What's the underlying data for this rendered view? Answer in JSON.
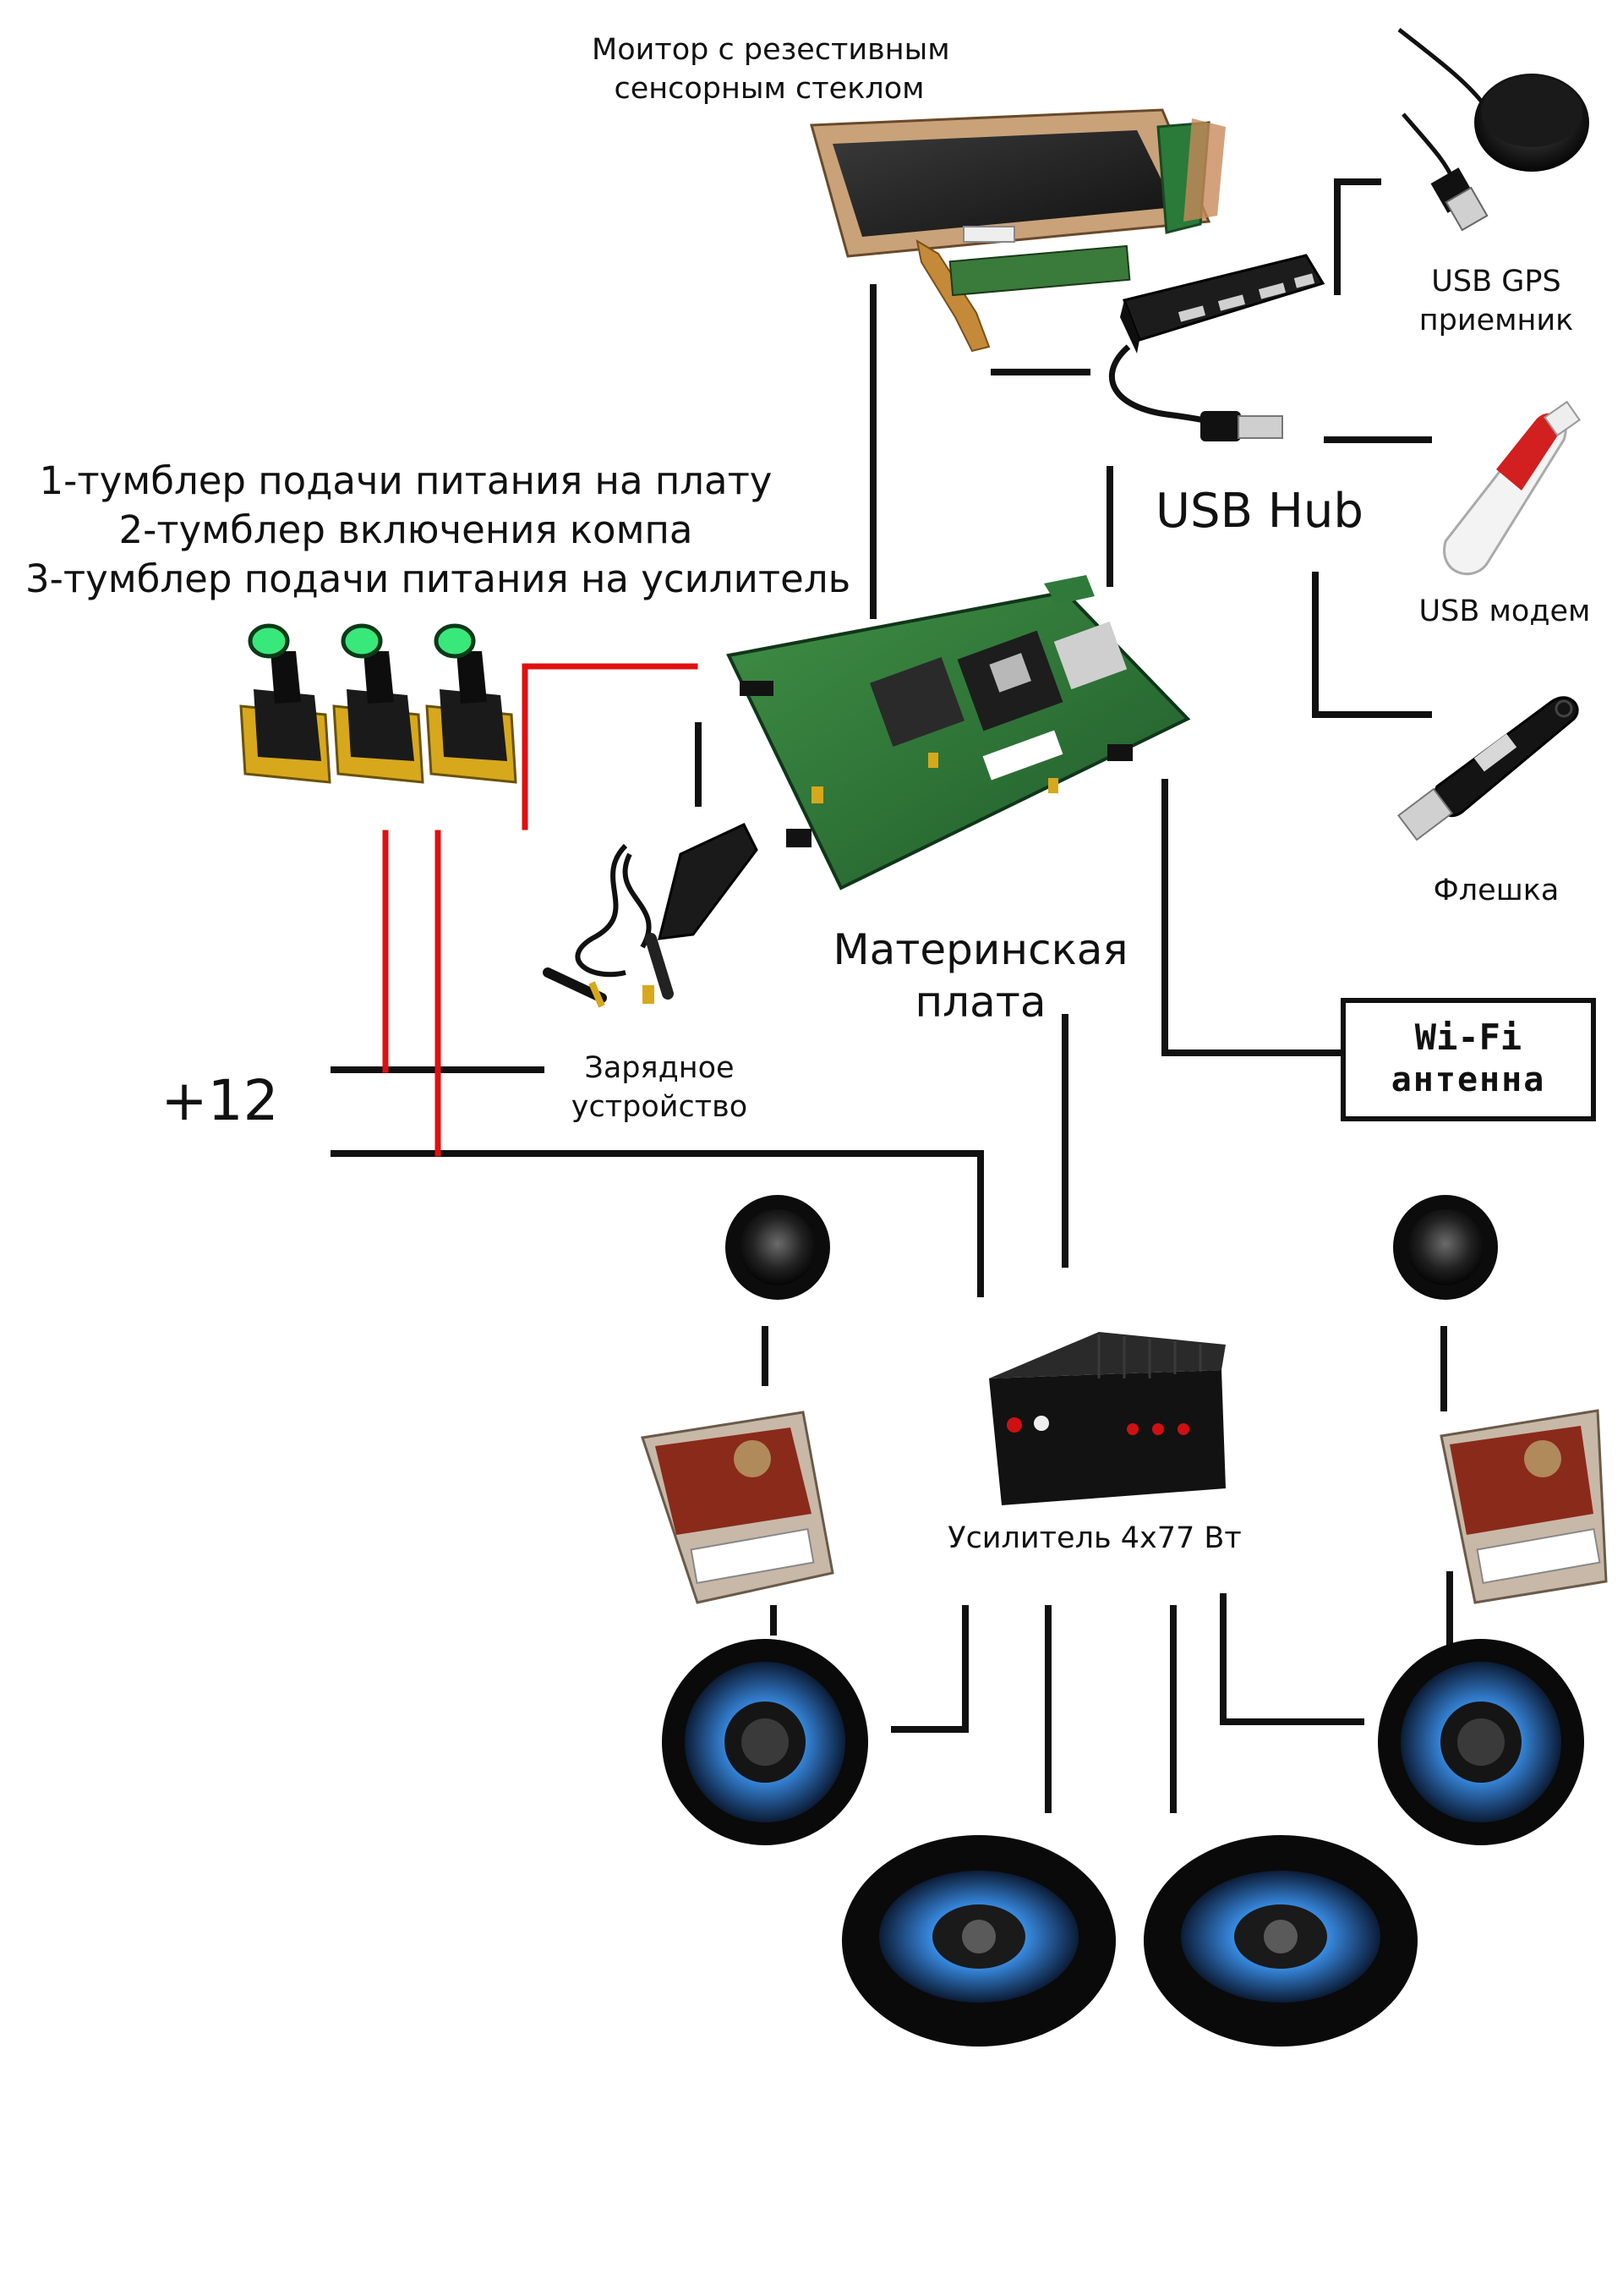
{
  "labels": {
    "monitor_line1": "Моитор с резестивным",
    "monitor_line2": "сенсорным стеклом",
    "usb_gps_line1": "USB GPS",
    "usb_gps_line2": "приемник",
    "usb_hub": "USB Hub",
    "usb_modem": "USB модем",
    "flash": "Флешка",
    "toggles_line1": "1-тумблер подачи питания на плату",
    "toggles_line2": "2-тумблер включения компа",
    "toggles_line3": "3-тумблер подачи питания на усилитель",
    "motherboard_line1": "Материнская",
    "motherboard_line2": "плата",
    "charger_line1": "Зарядное",
    "charger_line2": "устройство",
    "plus12": "+12",
    "wifi_line1": "Wi-Fi",
    "wifi_line2": "антенна",
    "amplifier": "Усилитель 4х77 Вт"
  },
  "colors": {
    "wire": "#111111",
    "power_wire": "#e01010",
    "led": "#39e87a",
    "speaker_glow": "#3a8fe8",
    "board": "#2f7a3a"
  },
  "icons": {
    "monitor": "touchscreen-monitor-icon",
    "hub": "usb-hub-icon",
    "gps": "gps-puck-icon",
    "modem": "usb-modem-icon",
    "flash": "flash-drive-icon",
    "toggle": "toggle-switch-icon",
    "charger": "car-charger-icon",
    "board": "motherboard-icon",
    "amp": "amplifier-icon",
    "tweeter": "tweeter-icon",
    "crossover": "crossover-icon",
    "woofer": "round-speaker-icon",
    "oval": "oval-speaker-icon"
  }
}
